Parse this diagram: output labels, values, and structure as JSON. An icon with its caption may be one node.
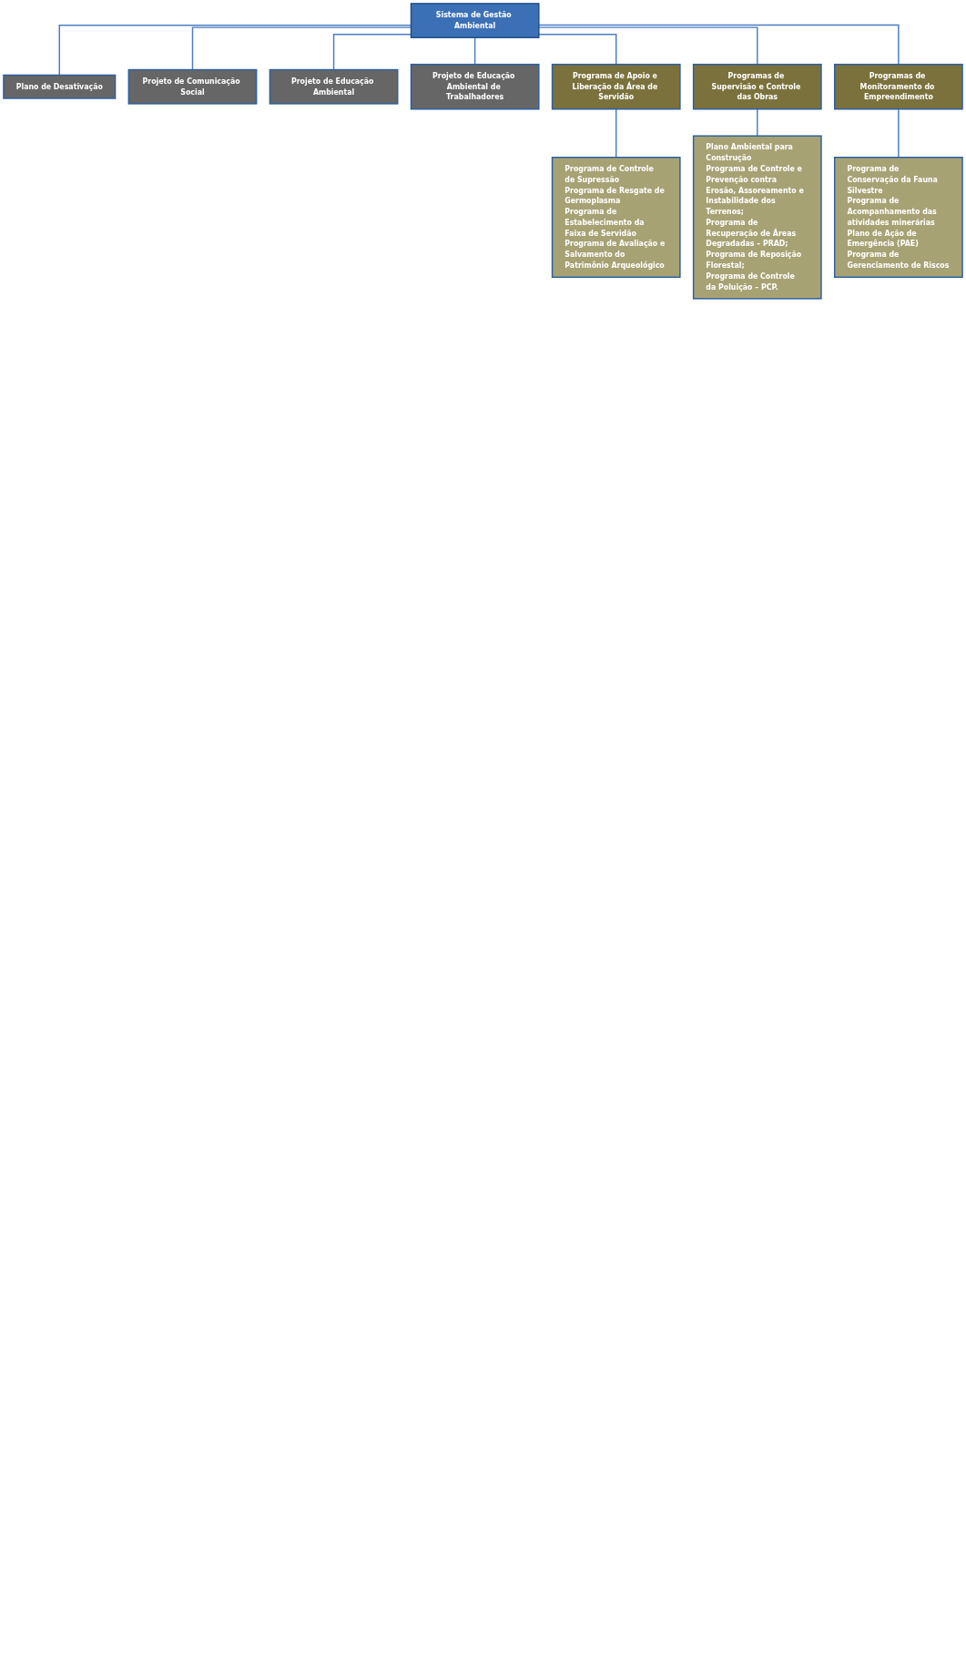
{
  "diagram": {
    "nodes": [
      {
        "text": [
          "Sistema de Gestão Ambiental"
        ]
      },
      {
        "text": [
          "Plano de Desativação"
        ]
      },
      {
        "text": [
          "Projeto de Comunicação Social"
        ]
      },
      {
        "text": [
          "Projeto de Educação Ambiental"
        ]
      },
      {
        "text": [
          "Projeto de Educação Ambiental de Trabalhadores"
        ]
      },
      {
        "text": [
          "Programa de Apoio e Liberação da Área de Servidão"
        ]
      },
      {
        "text": [
          "Programas de Supervisão e Controle das Obras"
        ]
      },
      {
        "text": [
          "Programas de Monitoramento do Empreendimento"
        ]
      },
      {
        "text": [
          "Programa de Controle de Supressão",
          "Programa de Resgate de Germoplasma",
          "Programa de Estabelecimento da Faixa de Servidão",
          "Programa de Avaliação e Salvamento do Patrimônio Arqueológico"
        ]
      },
      {
        "text": [
          "Plano Ambiental para Construção",
          "Programa de Controle e Prevenção contra Erosão, Assoreamento e Instabilidade dos Terrenos;",
          "Programa de Recuperação de Áreas Degradadas – PRAD;",
          "Programa de Reposição Florestal;",
          "Programa de Controle da Poluição – PCP."
        ]
      },
      {
        "text": [
          "Programa de Conservação da Fauna Silvestre",
          "Programa de Acompanhamento das atividades minerárias",
          "Plano de Ação de Emergência (PAE)",
          "Programa de Gerenciamento de Riscos"
        ]
      }
    ],
    "edges": [
      {
        "from": 0,
        "to": 1,
        "arrow": "none"
      },
      {
        "from": 0,
        "to": 2,
        "arrow": "none"
      },
      {
        "from": 0,
        "to": 3,
        "arrow": "none"
      },
      {
        "from": 0,
        "to": 4,
        "arrow": "none"
      },
      {
        "from": 0,
        "to": 5,
        "arrow": "none"
      },
      {
        "from": 0,
        "to": 6,
        "arrow": "none"
      },
      {
        "from": 0,
        "to": 7,
        "arrow": "none"
      },
      {
        "from": 5,
        "to": 8,
        "arrow": "none"
      },
      {
        "from": 6,
        "to": 9,
        "arrow": "none"
      },
      {
        "from": 7,
        "to": 10,
        "arrow": "none"
      }
    ]
  }
}
